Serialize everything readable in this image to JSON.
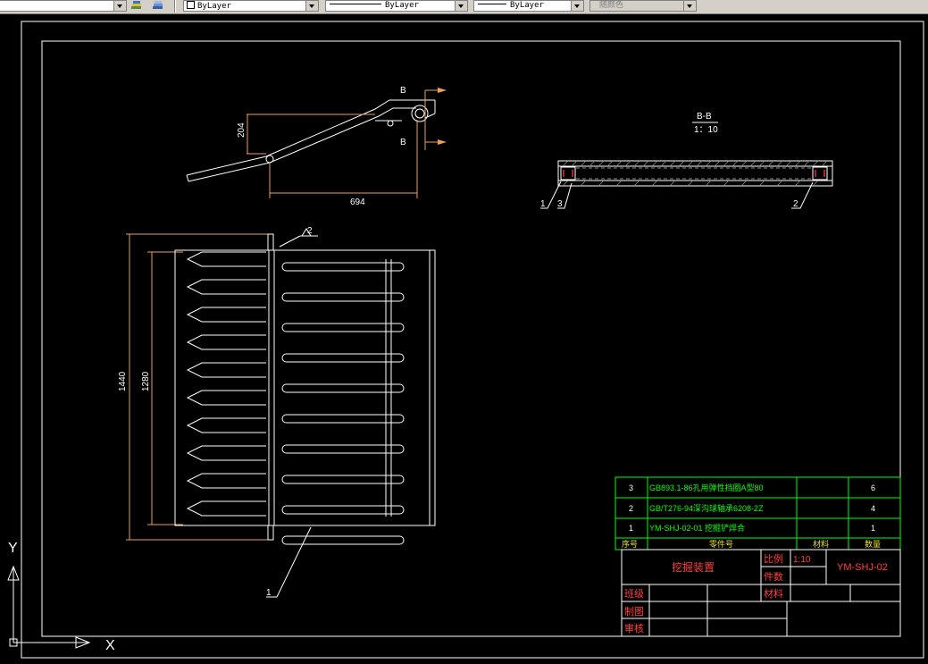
{
  "toolbar": {
    "layer_combo": "ByLayer",
    "linetype_combo": "ByLayer",
    "lineweight_combo": "ByLayer",
    "plotstyle_combo": "随颜色"
  },
  "drawing": {
    "section_label": "B-B",
    "section_scale": "1：10",
    "section_mark_top": "B",
    "section_mark_bottom": "B",
    "dim_204": "204",
    "dim_694": "694",
    "dim_1440": "1440",
    "dim_1280": "1280",
    "weld_symbol": "2",
    "callouts": {
      "c1_side": "1",
      "c3_side": "3",
      "c2_side": "2",
      "c1_plan": "1"
    },
    "ucs": {
      "x_label": "X",
      "y_label": "Y"
    }
  },
  "bom": {
    "rows": [
      {
        "no": "3",
        "code": "GB893.1-86孔用弹性挡圈A型80",
        "material": "",
        "qty": "6"
      },
      {
        "no": "2",
        "code": "GB/T276-94深沟球轴承6208-2Z",
        "material": "",
        "qty": "4"
      },
      {
        "no": "1",
        "code": "YM-SHJ-02-01 挖掘铲焊合",
        "material": "",
        "qty": "1"
      }
    ],
    "header": {
      "no": "序号",
      "code": "零件号",
      "material": "材料",
      "qty": "数量"
    }
  },
  "title_block": {
    "name": "挖掘装置",
    "scale_label": "比例",
    "scale_value": "1:10",
    "pieces_label": "件数",
    "material_label": "材料",
    "drawing_no": "YM-SHJ-02",
    "class_label": "班级",
    "drawn_label": "制图",
    "checked_label": "审核"
  }
}
